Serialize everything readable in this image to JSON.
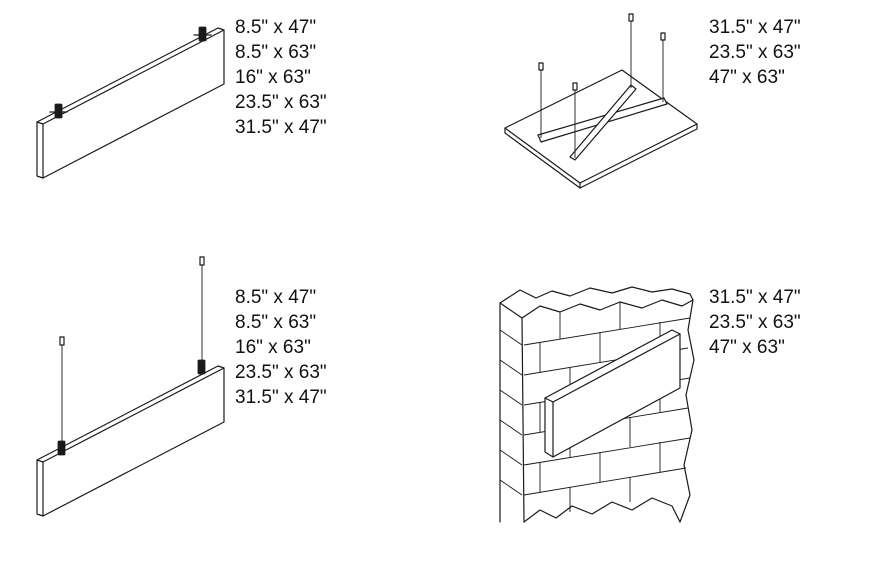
{
  "panels": [
    {
      "mount": "desk-clamp",
      "sizes": [
        "8.5\" x 47\"",
        "8.5\" x 63\"",
        "16\" x 63\"",
        "23.5\" x 63\"",
        "31.5\" x 47\""
      ]
    },
    {
      "mount": "ceiling-cross",
      "sizes": [
        "31.5\" x 47\"",
        "23.5\" x 63\"",
        "47\" x 63\""
      ]
    },
    {
      "mount": "ceiling-hanging",
      "sizes": [
        "8.5\" x 47\"",
        "8.5\" x 63\"",
        "16\" x 63\"",
        "23.5\" x 63\"",
        "31.5\" x 47\""
      ]
    },
    {
      "mount": "wall",
      "sizes": [
        "31.5\" x 47\"",
        "23.5\" x 63\"",
        "47\" x 63\""
      ]
    }
  ]
}
